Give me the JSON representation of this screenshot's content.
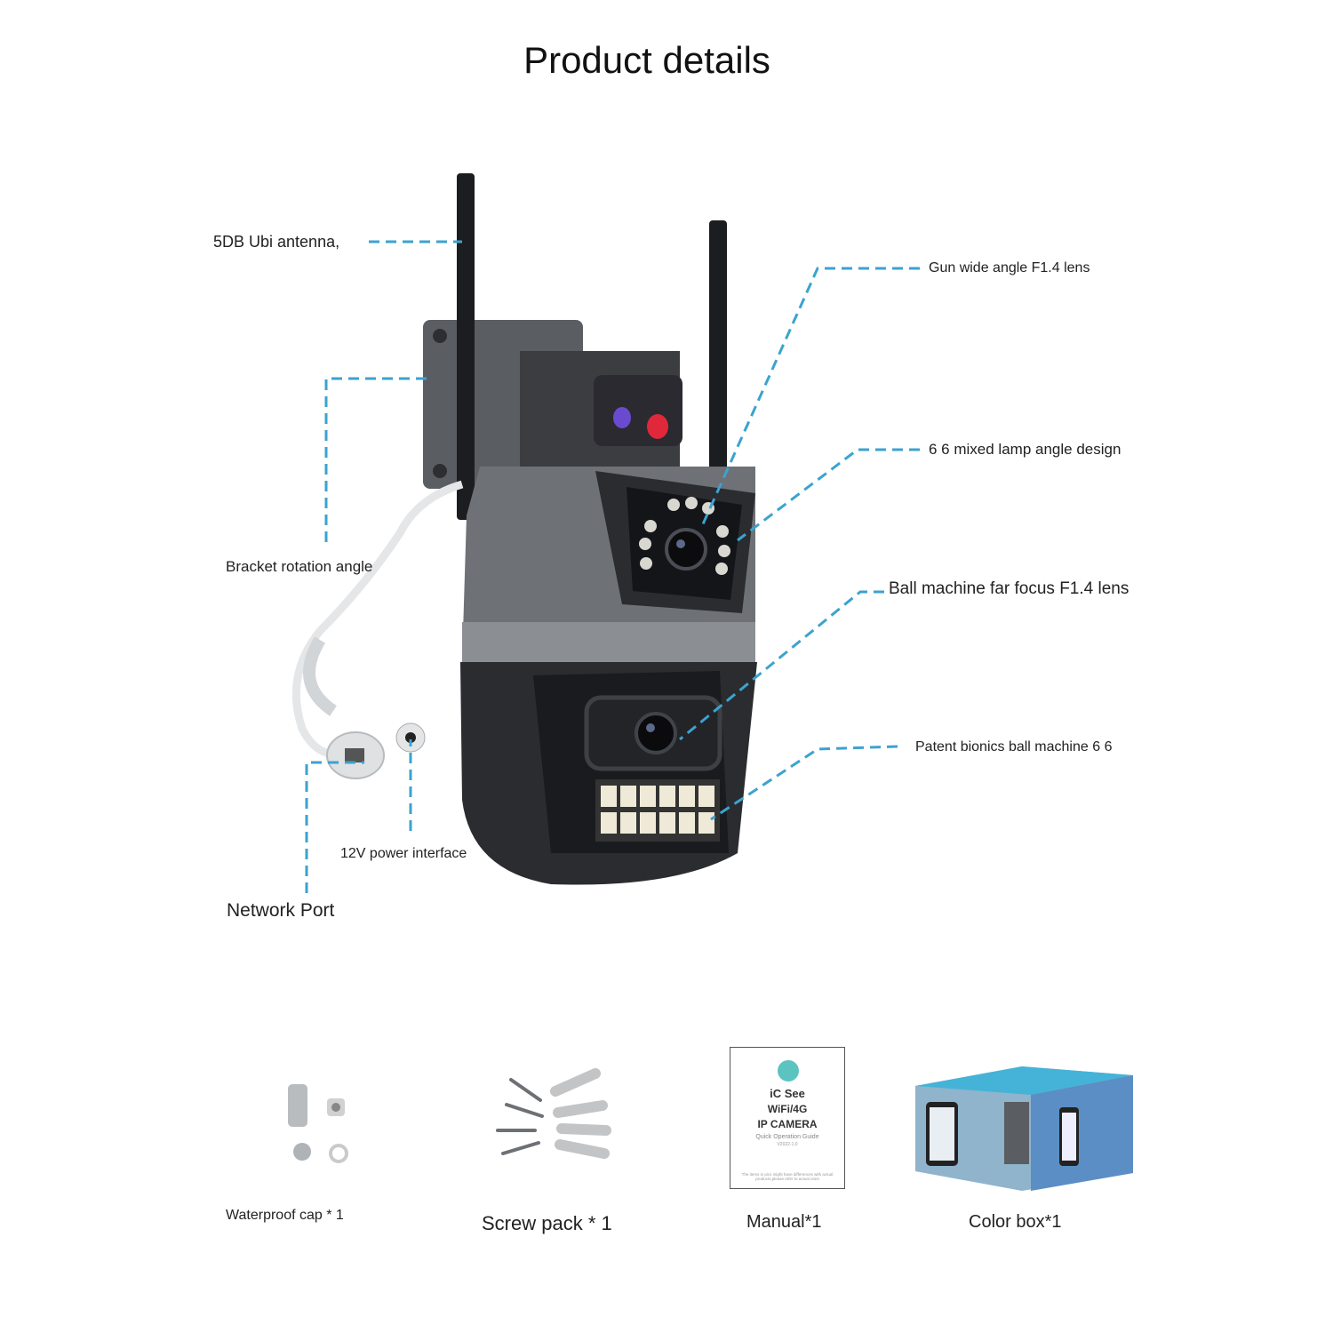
{
  "title": "Product details",
  "callouts": {
    "antenna": "5DB Ubi antenna,",
    "bracket": "Bracket rotation angle",
    "network": "Network Port",
    "power": "12V power interface",
    "gun_lens": "Gun wide angle F1.4 lens",
    "lamp": "6 6 mixed lamp angle design",
    "ball_lens": "Ball machine far focus F1.4 lens",
    "patent": "Patent bionics ball machine 6 6"
  },
  "accessories": [
    {
      "label": "Waterproof cap * 1"
    },
    {
      "label": "Screw pack * 1"
    },
    {
      "label": "Manual*1"
    },
    {
      "label": "Color box*1"
    }
  ],
  "manual_cover": {
    "brand": "iC See",
    "line1": "WiFi/4G",
    "line2": "IP CAMERA",
    "guide": "Quick Operation Guide",
    "version": "V2022-1.0",
    "note": "The items in pics might have differences with actual products,please refer to actual ones"
  },
  "colors": {
    "callout_line": "#3ba3cf",
    "camera_body": "#4a4d52"
  }
}
